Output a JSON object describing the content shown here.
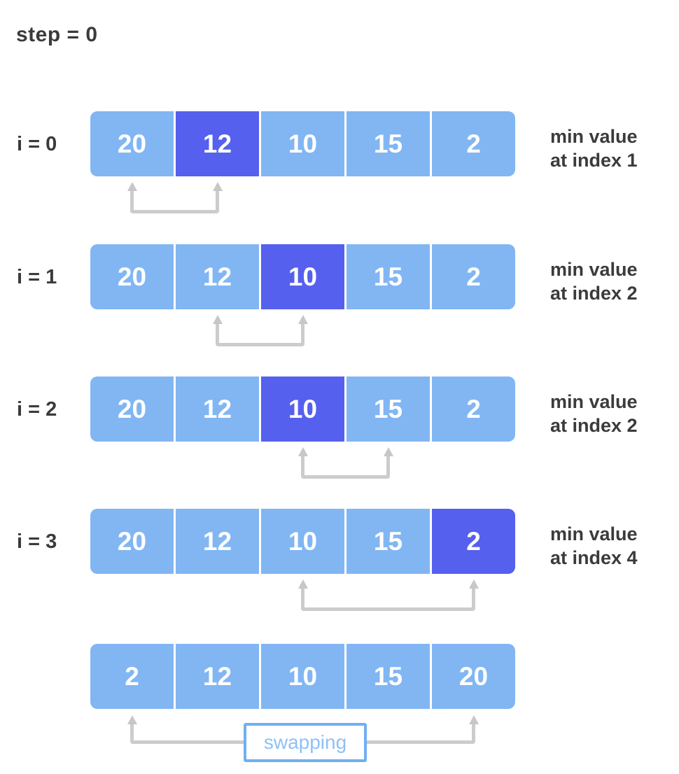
{
  "header": {
    "title": "step = 0"
  },
  "colors": {
    "cell_blue": "#81B6F3",
    "cell_highlight": "#5560EE",
    "arrow_gray": "#CCCCCC",
    "text_dark": "#3B3B3B",
    "swap_border_blue": "#70AFF2",
    "swap_text_blue": "#8FC0F7",
    "cell_text": "#FFFFFF"
  },
  "rows": [
    {
      "label": "i = 0",
      "cells": [
        "20",
        "12",
        "10",
        "15",
        "2"
      ],
      "highlight_index": 1,
      "arrow": {
        "from": 0,
        "to": 1
      },
      "note_line1": "min value",
      "note_line2": "at index 1"
    },
    {
      "label": "i = 1",
      "cells": [
        "20",
        "12",
        "10",
        "15",
        "2"
      ],
      "highlight_index": 2,
      "arrow": {
        "from": 1,
        "to": 2
      },
      "note_line1": "min value",
      "note_line2": "at index 2"
    },
    {
      "label": "i = 2",
      "cells": [
        "20",
        "12",
        "10",
        "15",
        "2"
      ],
      "highlight_index": 2,
      "arrow": {
        "from": 2,
        "to": 3
      },
      "note_line1": "min value",
      "note_line2": "at index 2"
    },
    {
      "label": "i = 3",
      "cells": [
        "20",
        "12",
        "10",
        "15",
        "2"
      ],
      "highlight_index": 4,
      "arrow": {
        "from": 2,
        "to": 4
      },
      "note_line1": "min value",
      "note_line2": "at index 4"
    },
    {
      "label": "",
      "cells": [
        "2",
        "12",
        "10",
        "15",
        "20"
      ],
      "highlight_index": null,
      "arrow": {
        "from": 0,
        "to": 4
      },
      "swap_label": "swapping"
    }
  ]
}
